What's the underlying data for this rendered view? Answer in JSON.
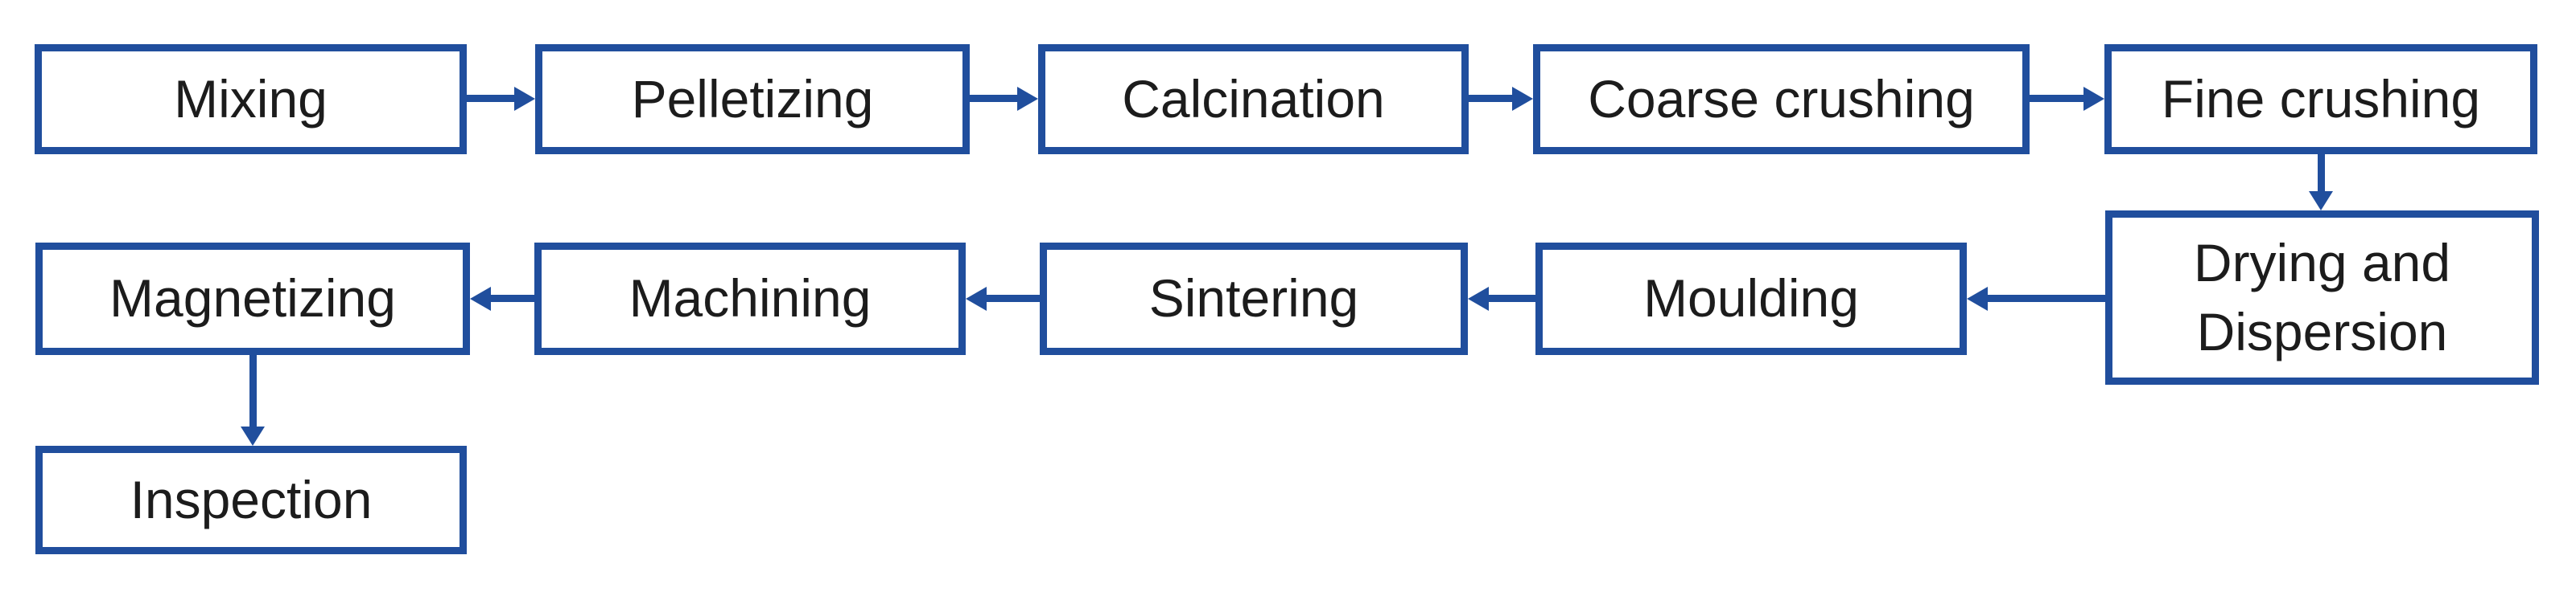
{
  "diagram": {
    "type": "flowchart",
    "colors": {
      "accent": "#204E9D",
      "text": "#1C1C1C",
      "box_fill": "#FFFFFF",
      "background": "#FFFFFF"
    },
    "nodes": [
      {
        "id": "mixing",
        "label": "Mixing"
      },
      {
        "id": "pelletizing",
        "label": "Pelletizing"
      },
      {
        "id": "calcination",
        "label": "Calcination"
      },
      {
        "id": "coarse-crushing",
        "label": "Coarse crushing"
      },
      {
        "id": "fine-crushing",
        "label": "Fine crushing"
      },
      {
        "id": "drying-and-dispersion",
        "label": "Drying and Dispersion"
      },
      {
        "id": "moulding",
        "label": "Moulding"
      },
      {
        "id": "sintering",
        "label": "Sintering"
      },
      {
        "id": "machining",
        "label": "Machining"
      },
      {
        "id": "magnetizing",
        "label": "Magnetizing"
      },
      {
        "id": "inspection",
        "label": "Inspection"
      }
    ],
    "edges": [
      {
        "from": "mixing",
        "to": "pelletizing",
        "direction": "right"
      },
      {
        "from": "pelletizing",
        "to": "calcination",
        "direction": "right"
      },
      {
        "from": "calcination",
        "to": "coarse-crushing",
        "direction": "right"
      },
      {
        "from": "coarse-crushing",
        "to": "fine-crushing",
        "direction": "right"
      },
      {
        "from": "fine-crushing",
        "to": "drying-and-dispersion",
        "direction": "down"
      },
      {
        "from": "drying-and-dispersion",
        "to": "moulding",
        "direction": "left"
      },
      {
        "from": "moulding",
        "to": "sintering",
        "direction": "left"
      },
      {
        "from": "sintering",
        "to": "machining",
        "direction": "left"
      },
      {
        "from": "machining",
        "to": "magnetizing",
        "direction": "left"
      },
      {
        "from": "magnetizing",
        "to": "inspection",
        "direction": "down"
      }
    ]
  }
}
